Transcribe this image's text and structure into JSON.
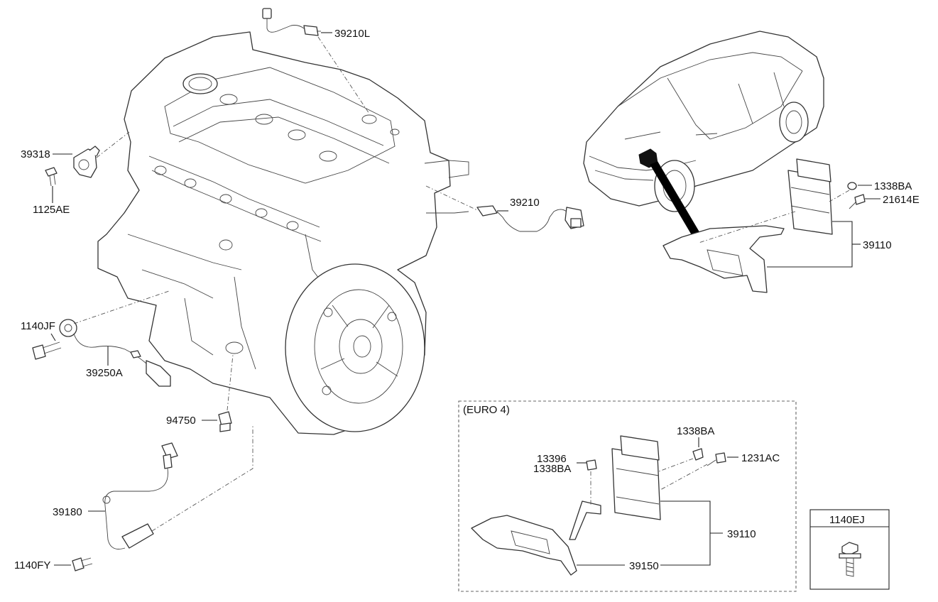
{
  "labels": {
    "p39210L": "39210L",
    "p39210": "39210",
    "p39318": "39318",
    "p1125AE": "1125AE",
    "p1140JF": "1140JF",
    "p39250A": "39250A",
    "p94750": "94750",
    "p39180": "39180",
    "p1140FY": "1140FY",
    "p1338BA_top": "1338BA",
    "p21614E": "21614E",
    "p39110_top": "39110",
    "euro_title": "(EURO 4)",
    "p1338BA_euro": "1338BA",
    "p1231AC": "1231AC",
    "p13396": "13396",
    "p1338BA_euro2": "1338BA",
    "p39110_euro": "39110",
    "p39150": "39150",
    "p1140EJ": "1140EJ"
  }
}
